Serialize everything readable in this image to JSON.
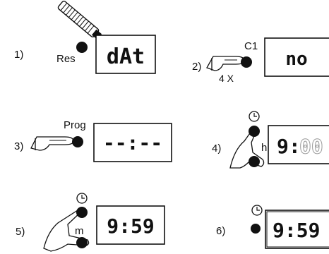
{
  "steps": [
    {
      "number": "1)",
      "button_label": "Res",
      "display": "dAt"
    },
    {
      "number": "2)",
      "button_label": "C1",
      "press_count": "4 X",
      "display": "no"
    },
    {
      "number": "3)",
      "button_label": "Prog",
      "display": "--:--"
    },
    {
      "number": "4)",
      "button_label": "h",
      "display": "9:",
      "display_dim": "00",
      "icon": "clock-icon"
    },
    {
      "number": "5)",
      "button_label": "m",
      "display": "9:59",
      "icon": "clock-icon"
    },
    {
      "number": "6)",
      "display": "9:59",
      "icon": "clock-icon"
    }
  ]
}
